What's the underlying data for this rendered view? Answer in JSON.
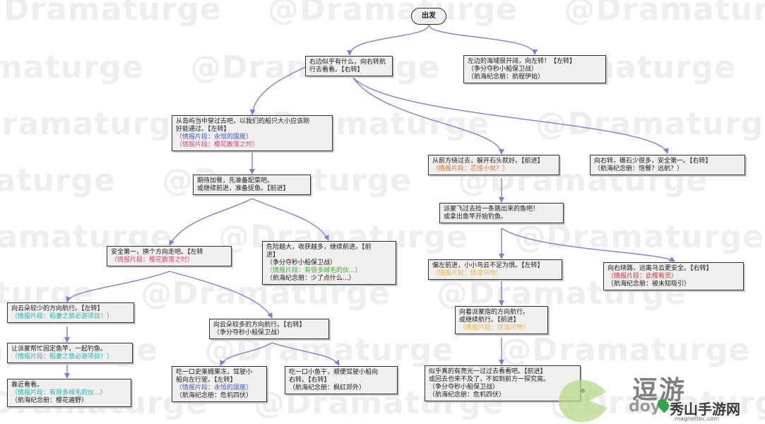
{
  "watermark": "@Dramaturge",
  "start": "出发",
  "nodes": {
    "n1": [
      "右边似乎有什么，向右转航",
      "行去看看。【右转】"
    ],
    "n2": [
      "左边的海域很开阔，向左转！【左转】",
      "（争分夺秒小船保卫战）",
      "（航海纪念册：航程伊始）"
    ],
    "n3": [
      "从岛屿当中穿过去吧，以我们的船只大小应该刚",
      "好能通过。【左转】",
      "（情报片段：永恒的国度）",
      "（情报片段：樱花散落之时）"
    ],
    "n4": [
      "从前方绕过去，躲开石头就好。【前进】",
      "（情报片段：芯怪小说？）"
    ],
    "n5": [
      "向右转，礁石少很多，安全第一。【右转】",
      "（航海纪念册：饱餐？远航？）"
    ],
    "n6": [
      "期待加餐，先准备配菜吧。",
      "或继续前进，准备捉鱼。【前进】"
    ],
    "n7": [
      "派蒙飞过去捡一条跳出来的鱼吧！",
      "或拿出鱼竿开始钓鱼。"
    ],
    "n8": [
      "安全第一，换个方向走吧。【左转",
      "（情报片段：樱花散落之时）"
    ],
    "n9": [
      "危险越大，收获越多，继续前进。【前",
      "进】",
      "（争分夺秒小船保卫战）",
      "（情报片段：有很多绒毛的伙...）",
      "（航海纪念册：少了点什么...）"
    ],
    "n10": [
      "偏左前进，小小鸟云不足为惧。【左转】",
      "（情报片段：情谊问物）"
    ],
    "n11": [
      "向右绕路，远离乌云更安全。【右转】",
      "（情报片段：此樱有灵）",
      "（航海纪念册：被未知吸引）"
    ],
    "n12": [
      "向云朵较少的方向航行。【左转】",
      "（情报片段：稻妻之旅必游项目！）"
    ],
    "n13": [
      "向云朵较多的方向航行。【右转】",
      "（争分夺秒小船保卫战）"
    ],
    "n14": [
      "向着派蒙指的方向航行。",
      "或继续航行。【前进】",
      "（情报片段：情谊问物）"
    ],
    "n15": [
      "让派蒙帮忙固定鱼竿，一起钓鱼。",
      "（情报片段：稻妻之旅必游项目！）"
    ],
    "n16": [
      "吃一口史莱姆果冻，驾驶小",
      "船向左行驶。【左转】",
      "（情报片段：永恒的国度）",
      "（航海纪念册：危机四伏）"
    ],
    "n17": [
      "吃一口小鱼干，顺便驾驶小船向",
      "右转。【右转】",
      "（航海纪念册：枫红郊外）"
    ],
    "n18": [
      "似乎真的有亮光一过过去看看吧。【前进】",
      "或回去也来不及了，不如到前方一探究竟。",
      "（争分夺秒小船保卫战）",
      "（航海纪念册：危机四伏）"
    ],
    "n19": [
      "靠近看看。",
      "（情报片段：有很多绒毛的伙...）",
      "（航海纪念册：樱花遍野）"
    ]
  },
  "logo": {
    "name": "逗游",
    "prefix": "doy",
    "site": "秀山手游网",
    "url": "magnettec.com"
  },
  "colors": {
    "edge": "#7a80d8",
    "node_bg": "#f1efed",
    "node_border": "#2f2f2f",
    "blue": "#3c57d6",
    "pink": "#e0407a",
    "teal": "#17b4b0",
    "green": "#37ad3a",
    "orange": "#ef6b2b",
    "red": "#d93030",
    "gold": "#f0b43a"
  }
}
